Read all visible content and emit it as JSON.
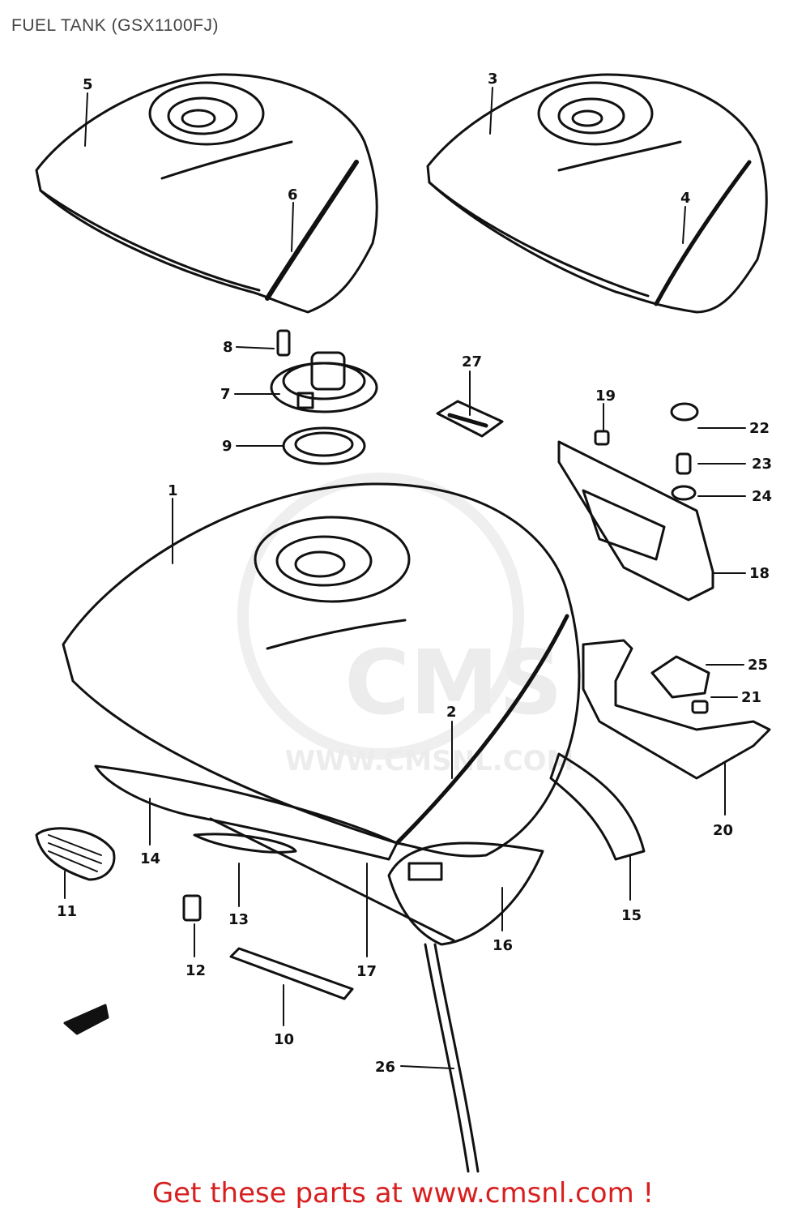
{
  "title": "FUEL TANK (GSX1100FJ)",
  "footer": {
    "cta": "Get these parts at www.cmsnl.com !"
  },
  "watermark": {
    "brand": "CMS",
    "url": "WWW.CMSNL.COM"
  },
  "colors": {
    "cta": "#d81f1f",
    "title": "#444444",
    "ink": "#111111"
  },
  "callouts": {
    "c1": "1",
    "c2": "2",
    "c3": "3",
    "c4": "4",
    "c5": "5",
    "c6": "6",
    "c7": "7",
    "c8": "8",
    "c9": "9",
    "c10": "10",
    "c11": "11",
    "c12": "12",
    "c13": "13",
    "c14": "14",
    "c15": "15",
    "c16": "16",
    "c17": "17",
    "c18": "18",
    "c19": "19",
    "c20": "20",
    "c21": "21",
    "c22": "22",
    "c23": "23",
    "c24": "24",
    "c25": "25",
    "c26": "26",
    "c27": "27"
  }
}
